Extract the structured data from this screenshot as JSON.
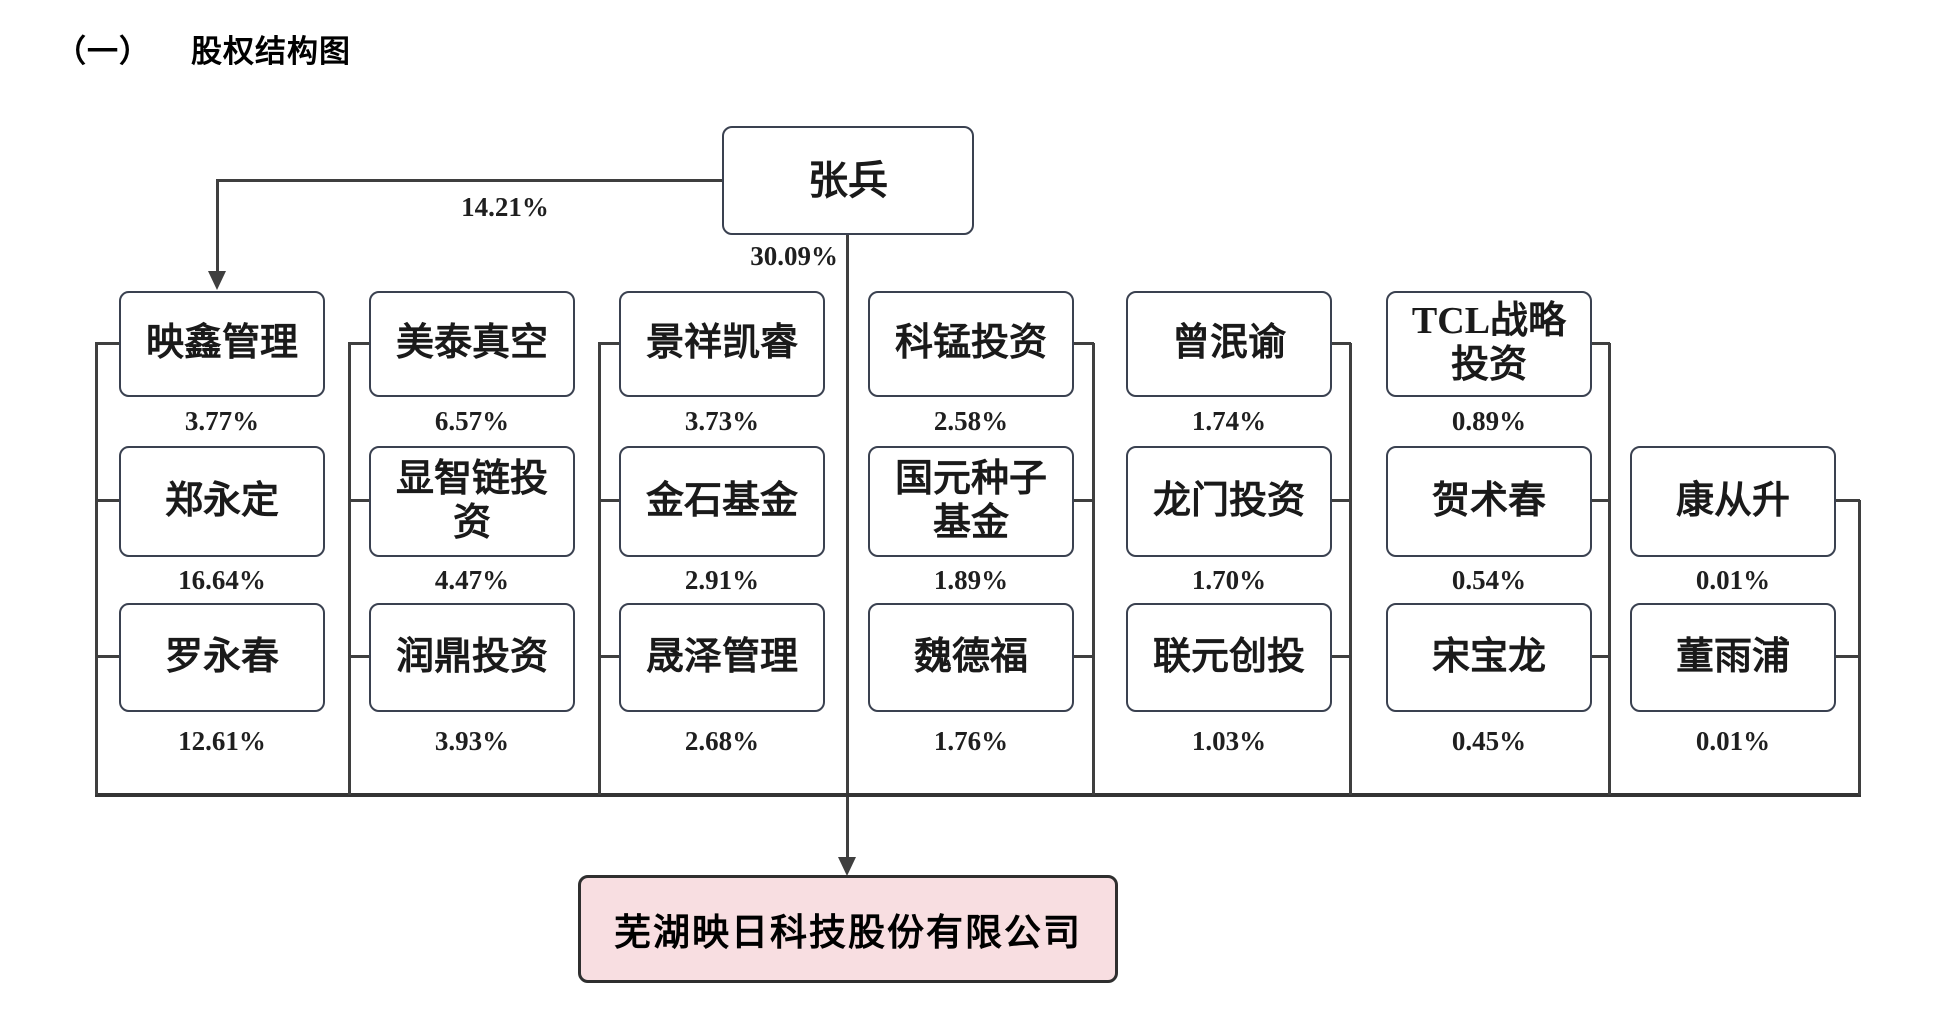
{
  "title": {
    "index": "（一）",
    "text": "股权结构图"
  },
  "root": {
    "name": "张兵",
    "left_pct": "14.21%",
    "down_pct": "30.09%"
  },
  "company": {
    "name": "芜湖映日科技股份有限公司"
  },
  "colors": {
    "company_fill": "#f8dee1",
    "box_border": "#3a4150",
    "line": "#3f3f3f"
  },
  "columns": [
    {
      "cells": [
        {
          "name": "映鑫管理",
          "pct": "3.77%"
        },
        {
          "name": "郑永定",
          "pct": "16.64%"
        },
        {
          "name": "罗永春",
          "pct": "12.61%"
        }
      ]
    },
    {
      "cells": [
        {
          "name": "美泰真空",
          "pct": "6.57%"
        },
        {
          "name": "显智链投\n资",
          "pct": "4.47%"
        },
        {
          "name": "润鼎投资",
          "pct": "3.93%"
        }
      ]
    },
    {
      "cells": [
        {
          "name": "景祥凯睿",
          "pct": "3.73%"
        },
        {
          "name": "金石基金",
          "pct": "2.91%"
        },
        {
          "name": "晟泽管理",
          "pct": "2.68%"
        }
      ]
    },
    {
      "cells": [
        {
          "name": "科锰投资",
          "pct": "2.58%"
        },
        {
          "name": "国元种子\n基金",
          "pct": "1.89%"
        },
        {
          "name": "魏德福",
          "pct": "1.76%"
        }
      ]
    },
    {
      "cells": [
        {
          "name": "曾泯谕",
          "pct": "1.74%"
        },
        {
          "name": "龙门投资",
          "pct": "1.70%"
        },
        {
          "name": "联元创投",
          "pct": "1.03%"
        }
      ]
    },
    {
      "cells": [
        {
          "name": "TCL战略\n投资",
          "pct": "0.89%"
        },
        {
          "name": "贺术春",
          "pct": "0.54%"
        },
        {
          "name": "宋宝龙",
          "pct": "0.45%"
        }
      ]
    },
    {
      "cells": [
        {
          "name": "康从升",
          "pct": "0.01%"
        },
        {
          "name": "董雨浦",
          "pct": "0.01%"
        }
      ]
    }
  ]
}
